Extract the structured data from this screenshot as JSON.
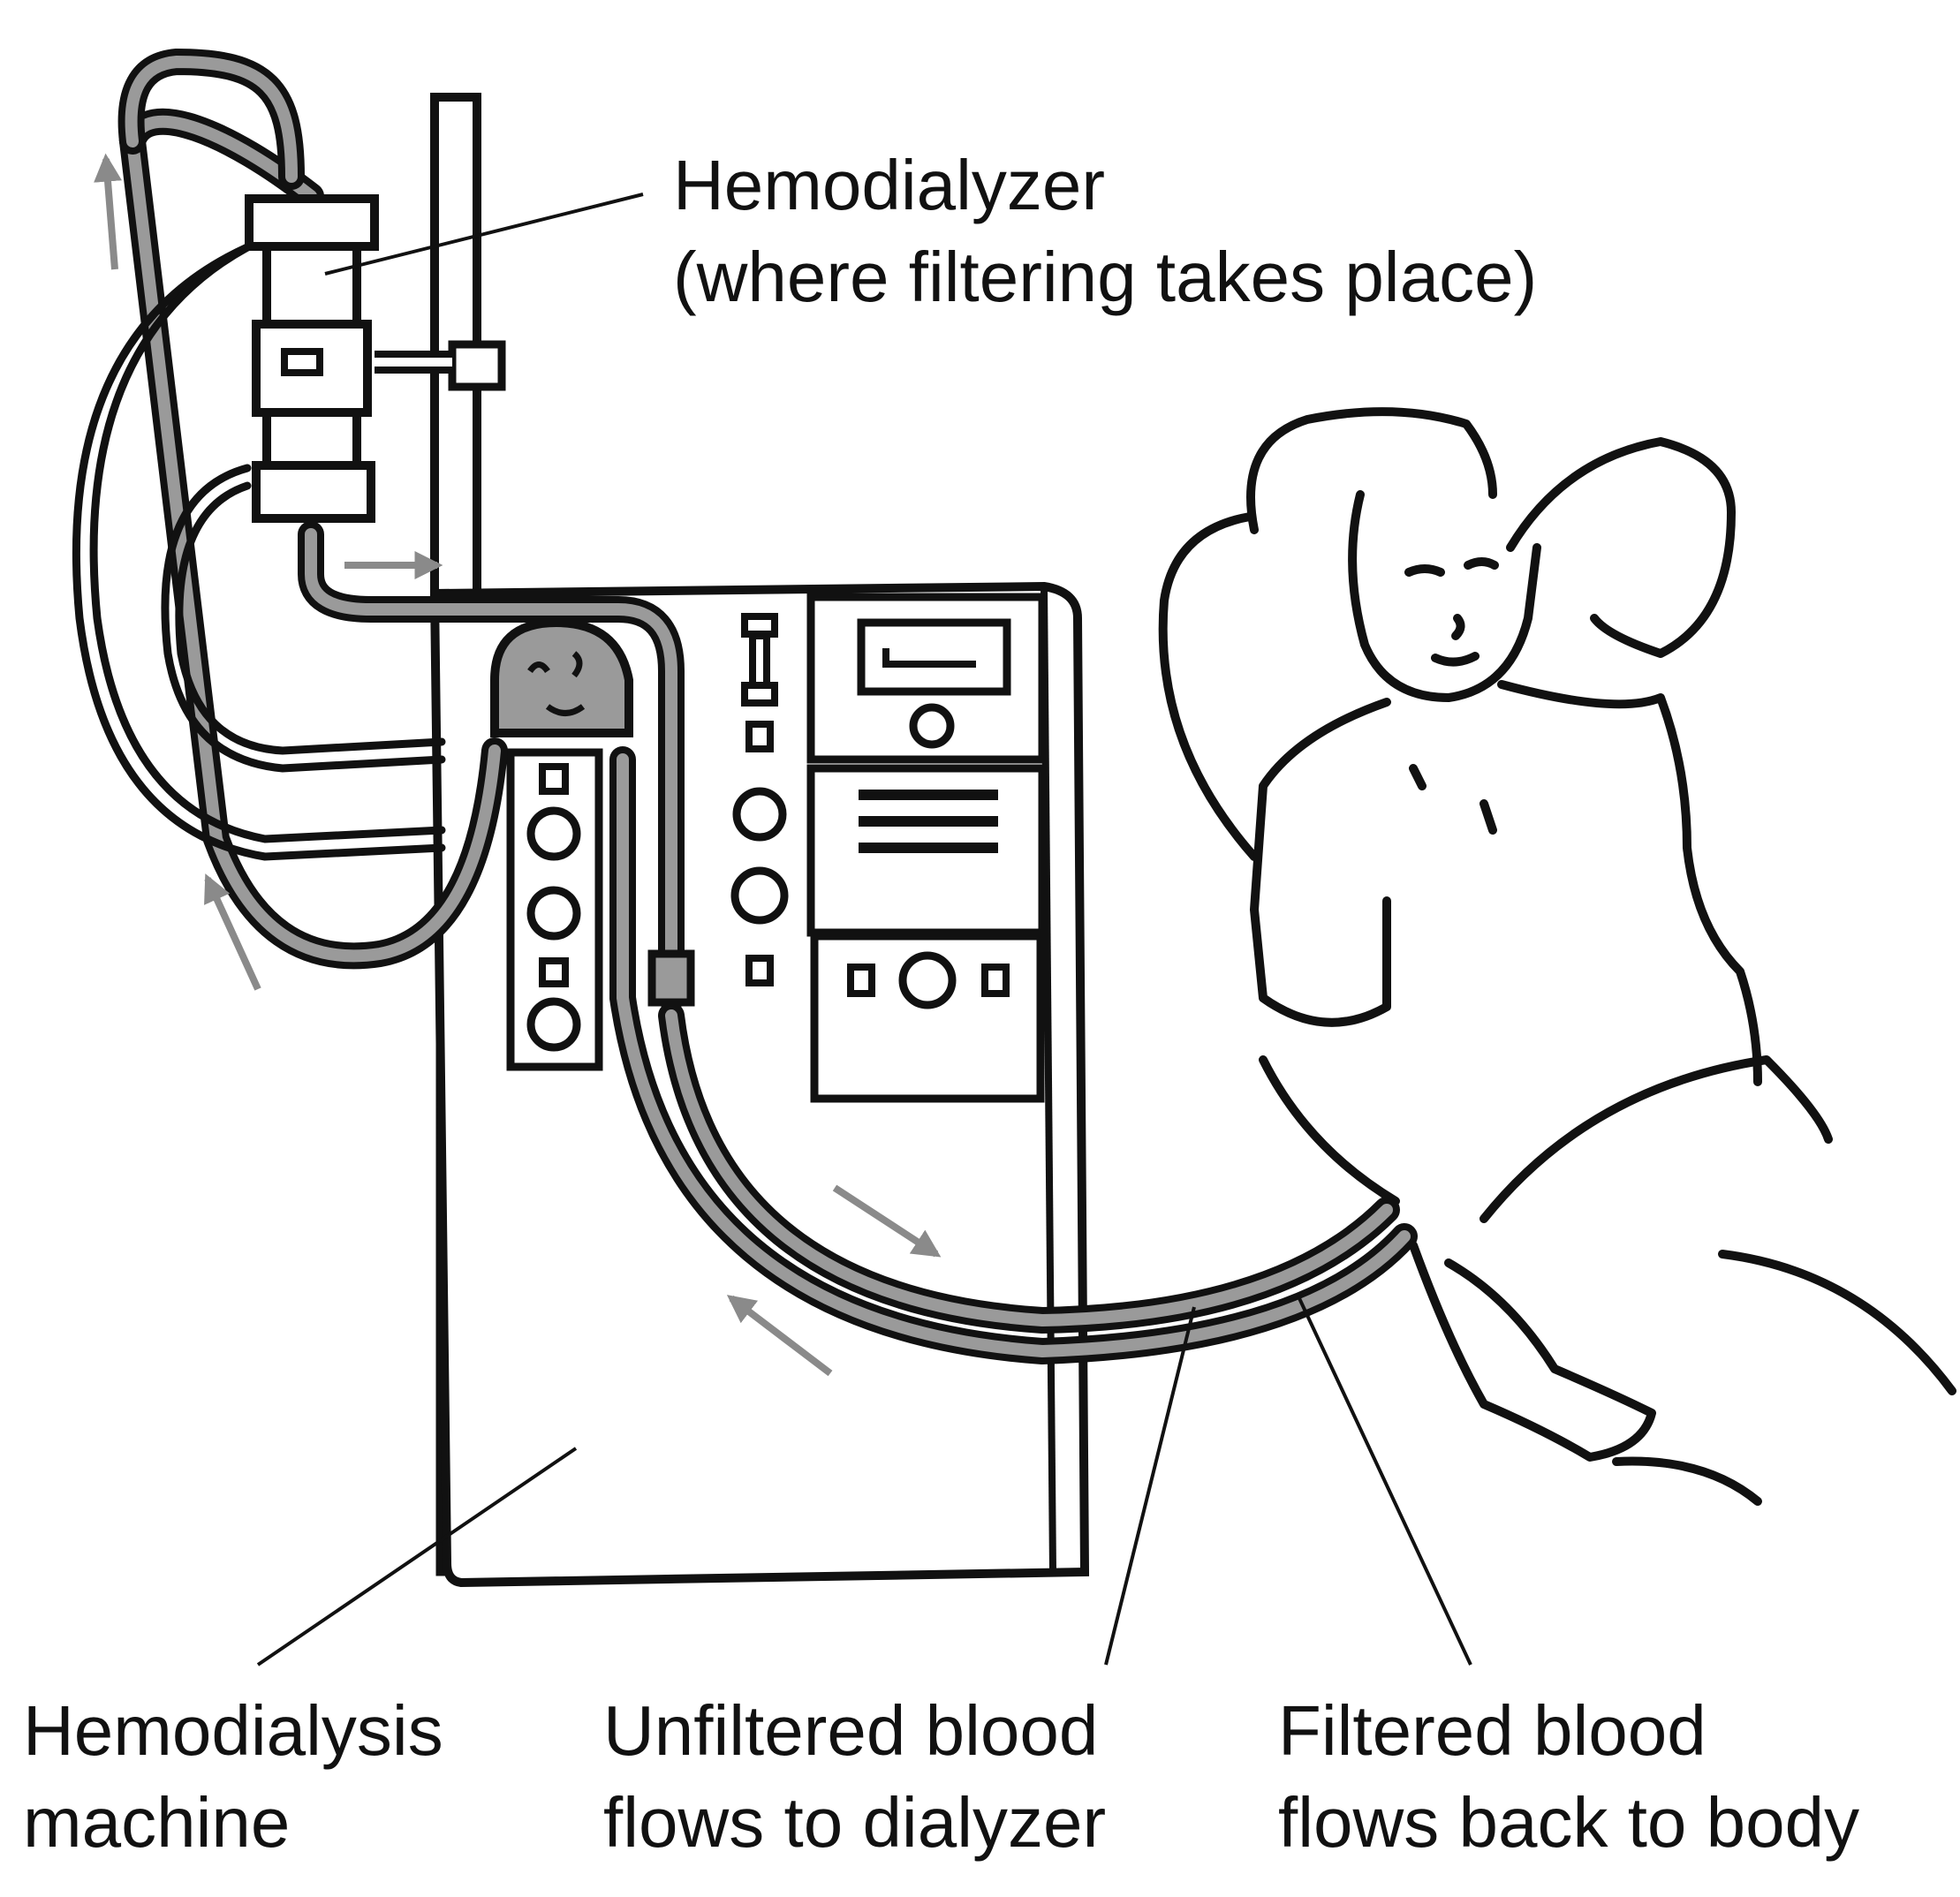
{
  "labels": {
    "hemodialyzer": {
      "line1": "Hemodialyzer",
      "line2": "(where filtering takes place)"
    },
    "machine": {
      "line1": "Hemodialysis",
      "line2": "machine"
    },
    "unfiltered": {
      "line1": "Unfiltered blood",
      "line2": "flows to dialyzer"
    },
    "filtered": {
      "line1": "Filtered blood",
      "line2": "flows back to body"
    }
  },
  "colors": {
    "ink": "#111111",
    "tube_fill": "#9a9a9a",
    "arrow": "#8a8a8a",
    "pump_fill": "#9a9a9a",
    "background": "#ffffff"
  },
  "icons": [
    "hemodialyzer-icon",
    "iv-pole-icon",
    "blood-pump-icon",
    "flow-arrow-icon",
    "patient-figure-icon"
  ]
}
